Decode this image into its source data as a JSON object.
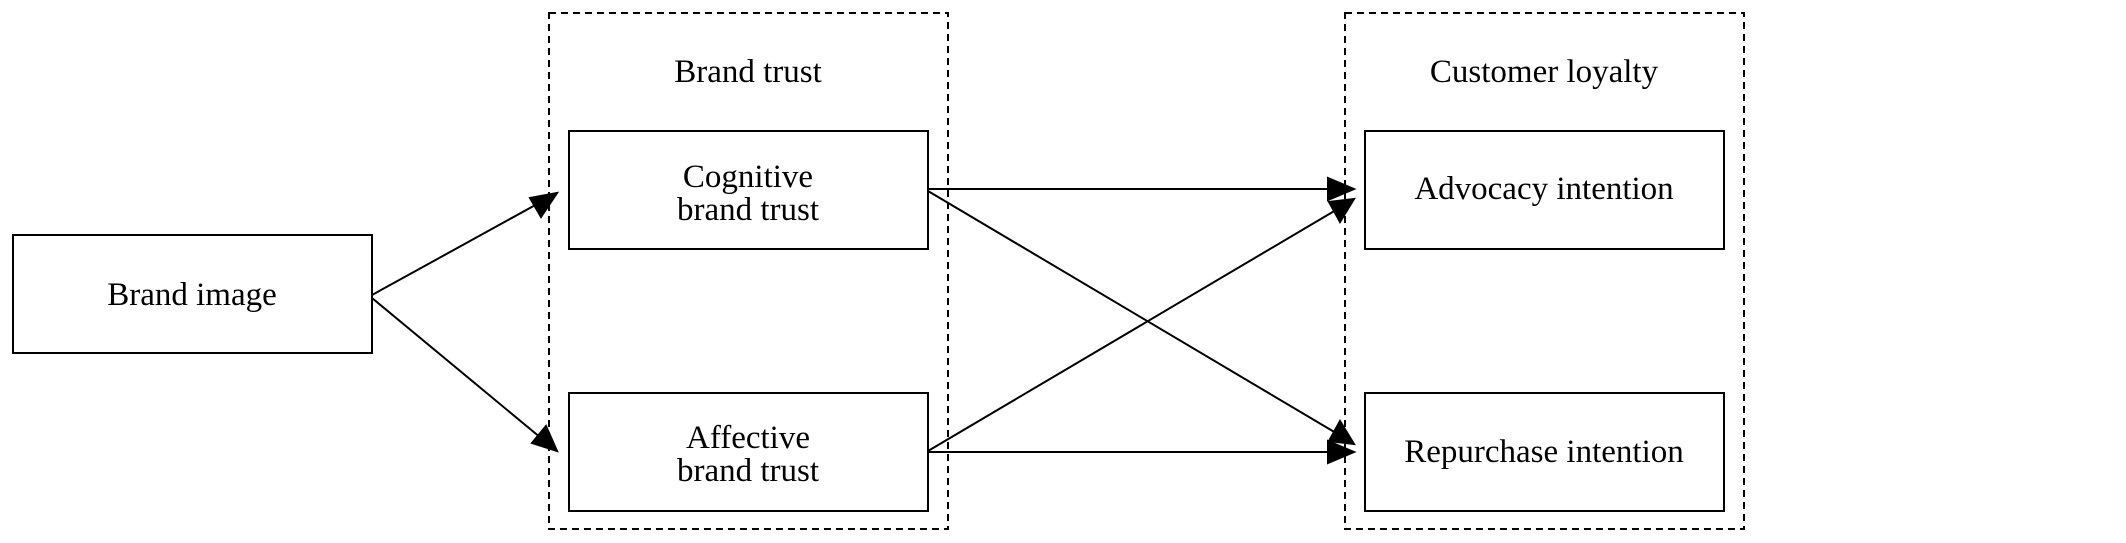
{
  "clusters": {
    "brand_trust": {
      "label": "Brand trust"
    },
    "customer_loyalty": {
      "label": "Customer loyalty"
    }
  },
  "nodes": {
    "brand_image": {
      "lines": [
        "Brand image"
      ]
    },
    "cognitive": {
      "lines": [
        "Cognitive",
        "brand trust"
      ]
    },
    "affective": {
      "lines": [
        "Affective",
        "brand trust"
      ]
    },
    "advocacy": {
      "lines": [
        "Advocacy intention"
      ]
    },
    "repurchase": {
      "lines": [
        "Repurchase intention"
      ]
    }
  },
  "edges": [
    {
      "from": "Brand image",
      "to": "Cognitive brand trust"
    },
    {
      "from": "Brand image",
      "to": "Affective brand trust"
    },
    {
      "from": "Cognitive brand trust",
      "to": "Advocacy intention"
    },
    {
      "from": "Cognitive brand trust",
      "to": "Repurchase intention"
    },
    {
      "from": "Affective brand trust",
      "to": "Advocacy intention"
    },
    {
      "from": "Affective brand trust",
      "to": "Repurchase intention"
    }
  ]
}
